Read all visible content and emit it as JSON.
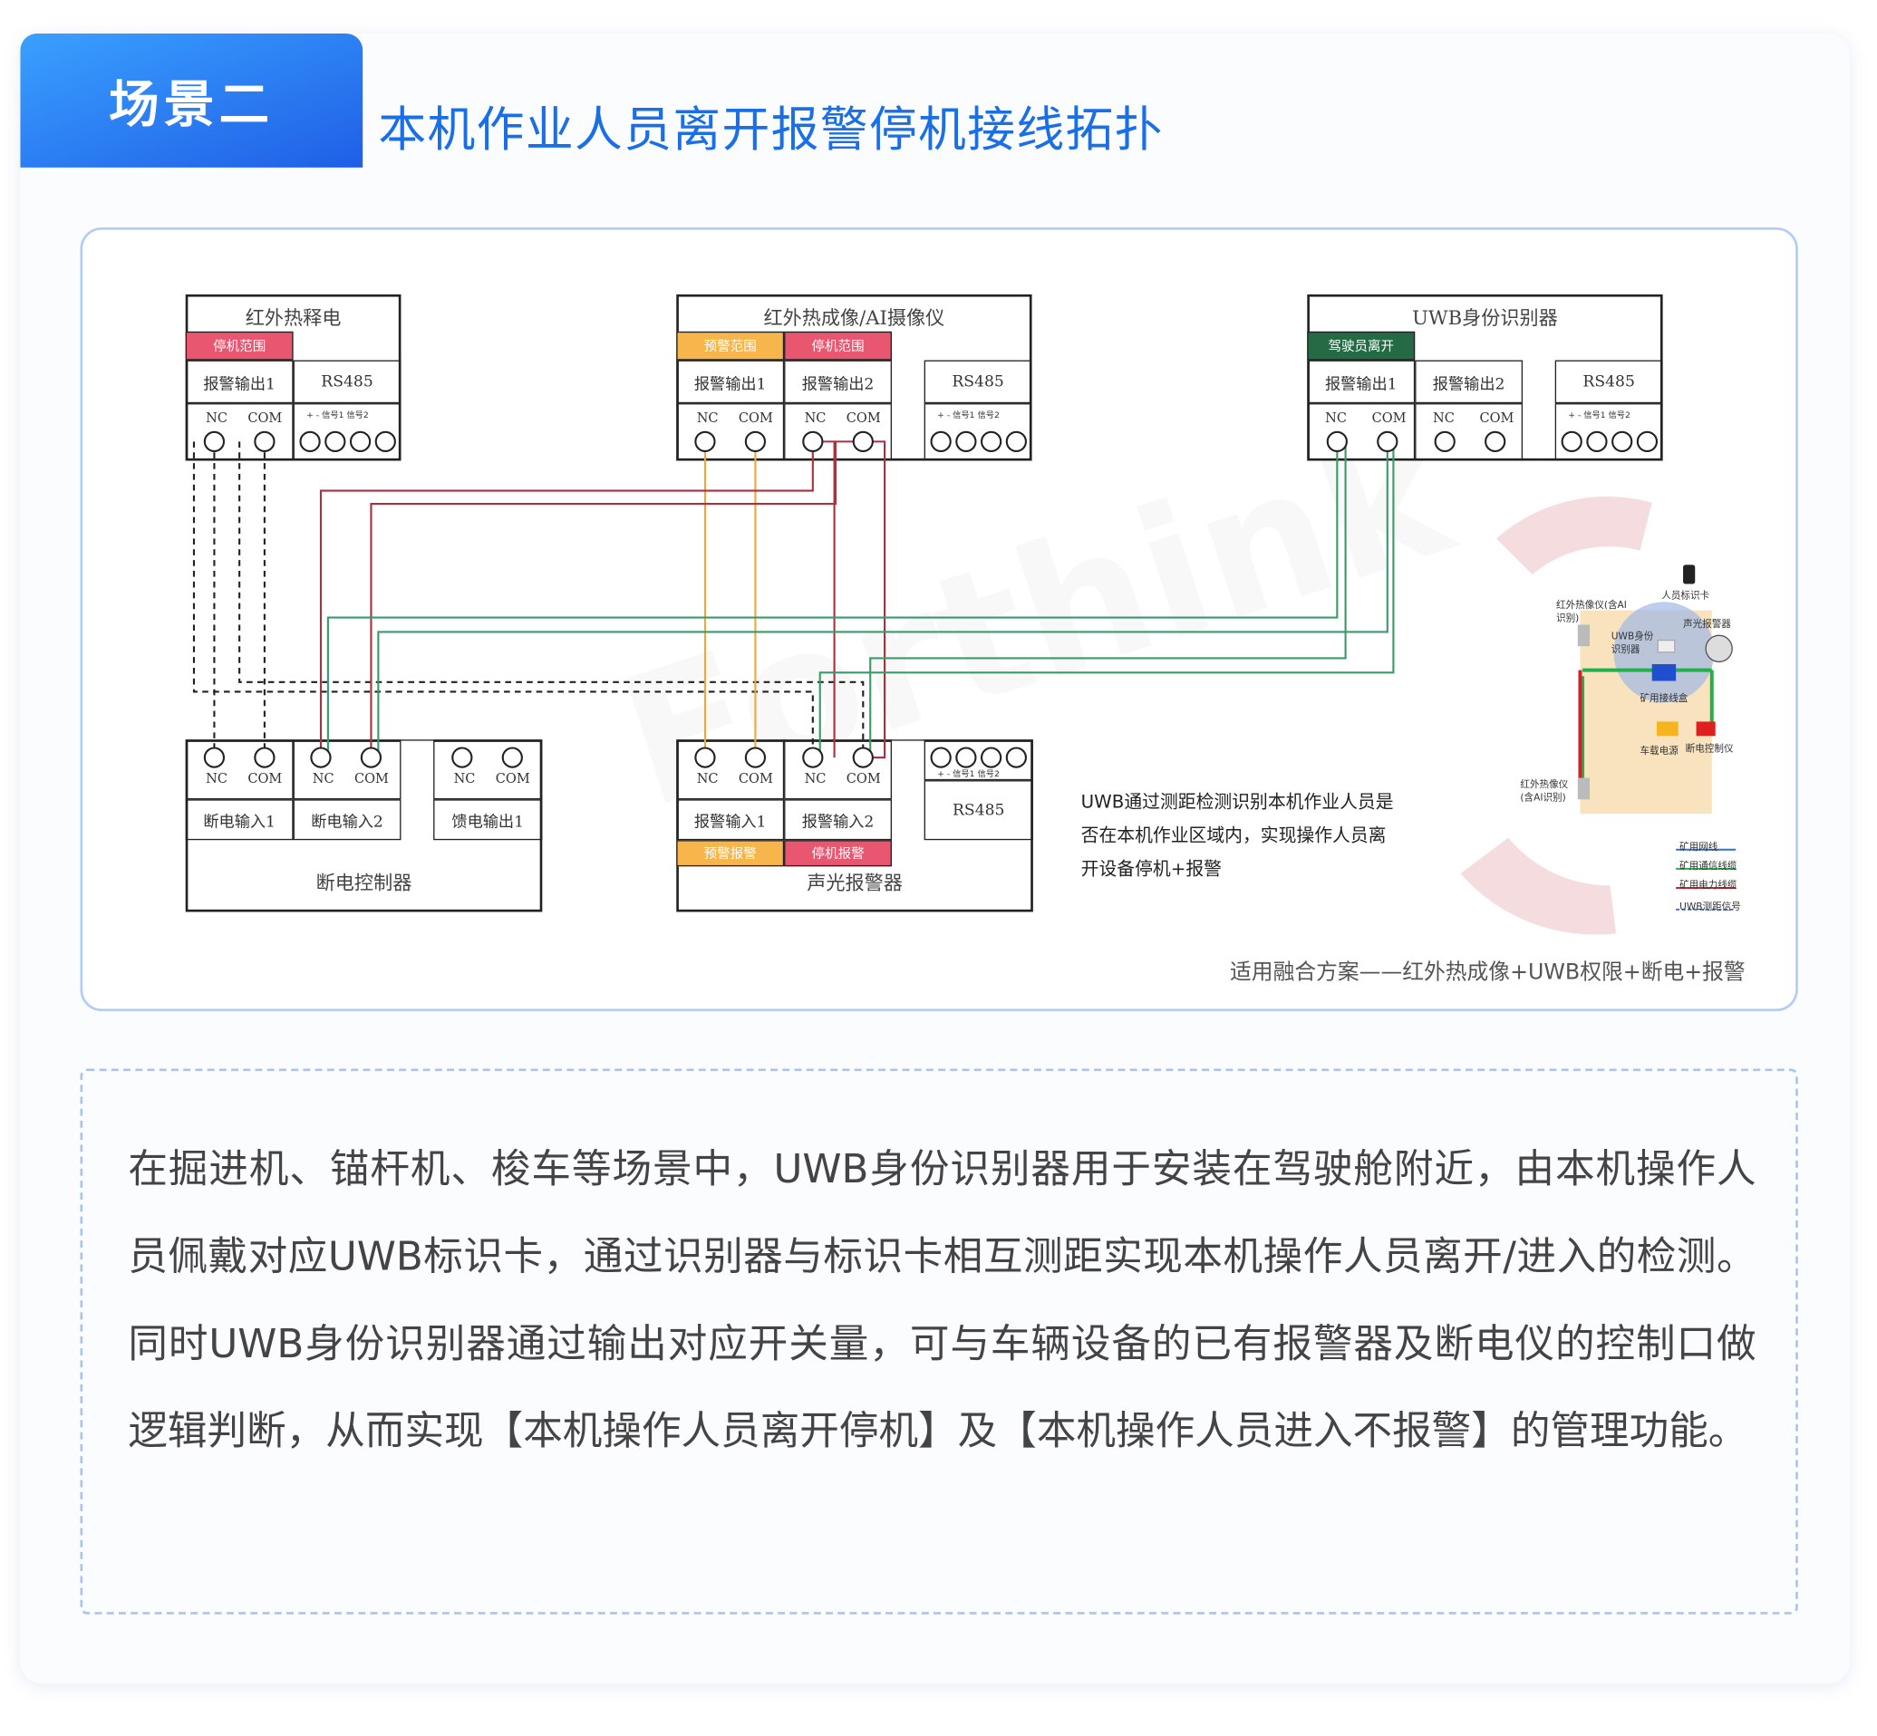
{
  "header": {
    "scene_tab": "场景二",
    "title": "本机作业人员离开报警停机接线拓扑"
  },
  "watermark": "Forthink",
  "devices": {
    "pir": {
      "title": "红外热释电",
      "tag": "停机范围",
      "out1": "报警输出1",
      "rs485": "RS485",
      "nc": "NC",
      "com": "COM",
      "rs485_pins": "+  -  信号1 信号2"
    },
    "camera": {
      "title": "红外热成像/AI摄像仪",
      "tag1": "预警范围",
      "tag2": "停机范围",
      "out1": "报警输出1",
      "out2": "报警输出2",
      "rs485": "RS485",
      "nc": "NC",
      "com": "COM",
      "rs485_pins": "+  -  信号1 信号2"
    },
    "uwb": {
      "title": "UWB身份识别器",
      "tag": "驾驶员离开",
      "out1": "报警输出1",
      "out2": "报警输出2",
      "rs485": "RS485",
      "nc": "NC",
      "com": "COM",
      "rs485_pins": "+  -  信号1 信号2"
    },
    "breaker": {
      "title": "断电控制器",
      "in1": "断电输入1",
      "in2": "断电输入2",
      "out1": "馈电输出1",
      "nc": "NC",
      "com": "COM"
    },
    "alarm": {
      "title": "声光报警器",
      "in1": "报警输入1",
      "in2": "报警输入2",
      "tag1": "预警报警",
      "tag2": "停机报警",
      "rs485": "RS485",
      "nc": "NC",
      "com": "COM",
      "rs485_pins": "+  -  信号1 信号2"
    }
  },
  "description": "UWB通过测距检测识别本机作业人员是否在本机作业区域内，实现操作人员离开设备停机+报警",
  "illustration": {
    "labels": {
      "cam_top": "红外热像仪(含AI识别)",
      "card": "人员标识卡",
      "uwb": "UWB身份识别器",
      "alarm": "声光报警器",
      "junction": "矿用接线盒",
      "power": "车载电源",
      "breaker": "断电控制仪",
      "cam_bottom": "红外热像仪(含AI识别)"
    },
    "legend": [
      {
        "label": "矿用网线",
        "color": "#2f6fd6"
      },
      {
        "label": "矿用通信线缆",
        "color": "#22b04b"
      },
      {
        "label": "矿用电力线缆",
        "color": "#d0202a"
      },
      {
        "label": "UWB测距信号",
        "color": "#2f6fd6"
      }
    ]
  },
  "caption": "适用融合方案——红外热成像+UWB权限+断电+报警",
  "body_text": "在掘进机、锚杆机、梭车等场景中，UWB身份识别器用于安装在驾驶舱附近，由本机操作人员佩戴对应UWB标识卡，通过识别器与标识卡相互测距实现本机操作人员离开/进入的检测。同时UWB身份识别器通过输出对应开关量，可与车辆设备的已有报警器及断电仪的控制口做逻辑判断，从而实现【本机操作人员离开停机】及【本机操作人员进入不报警】的管理功能。"
}
